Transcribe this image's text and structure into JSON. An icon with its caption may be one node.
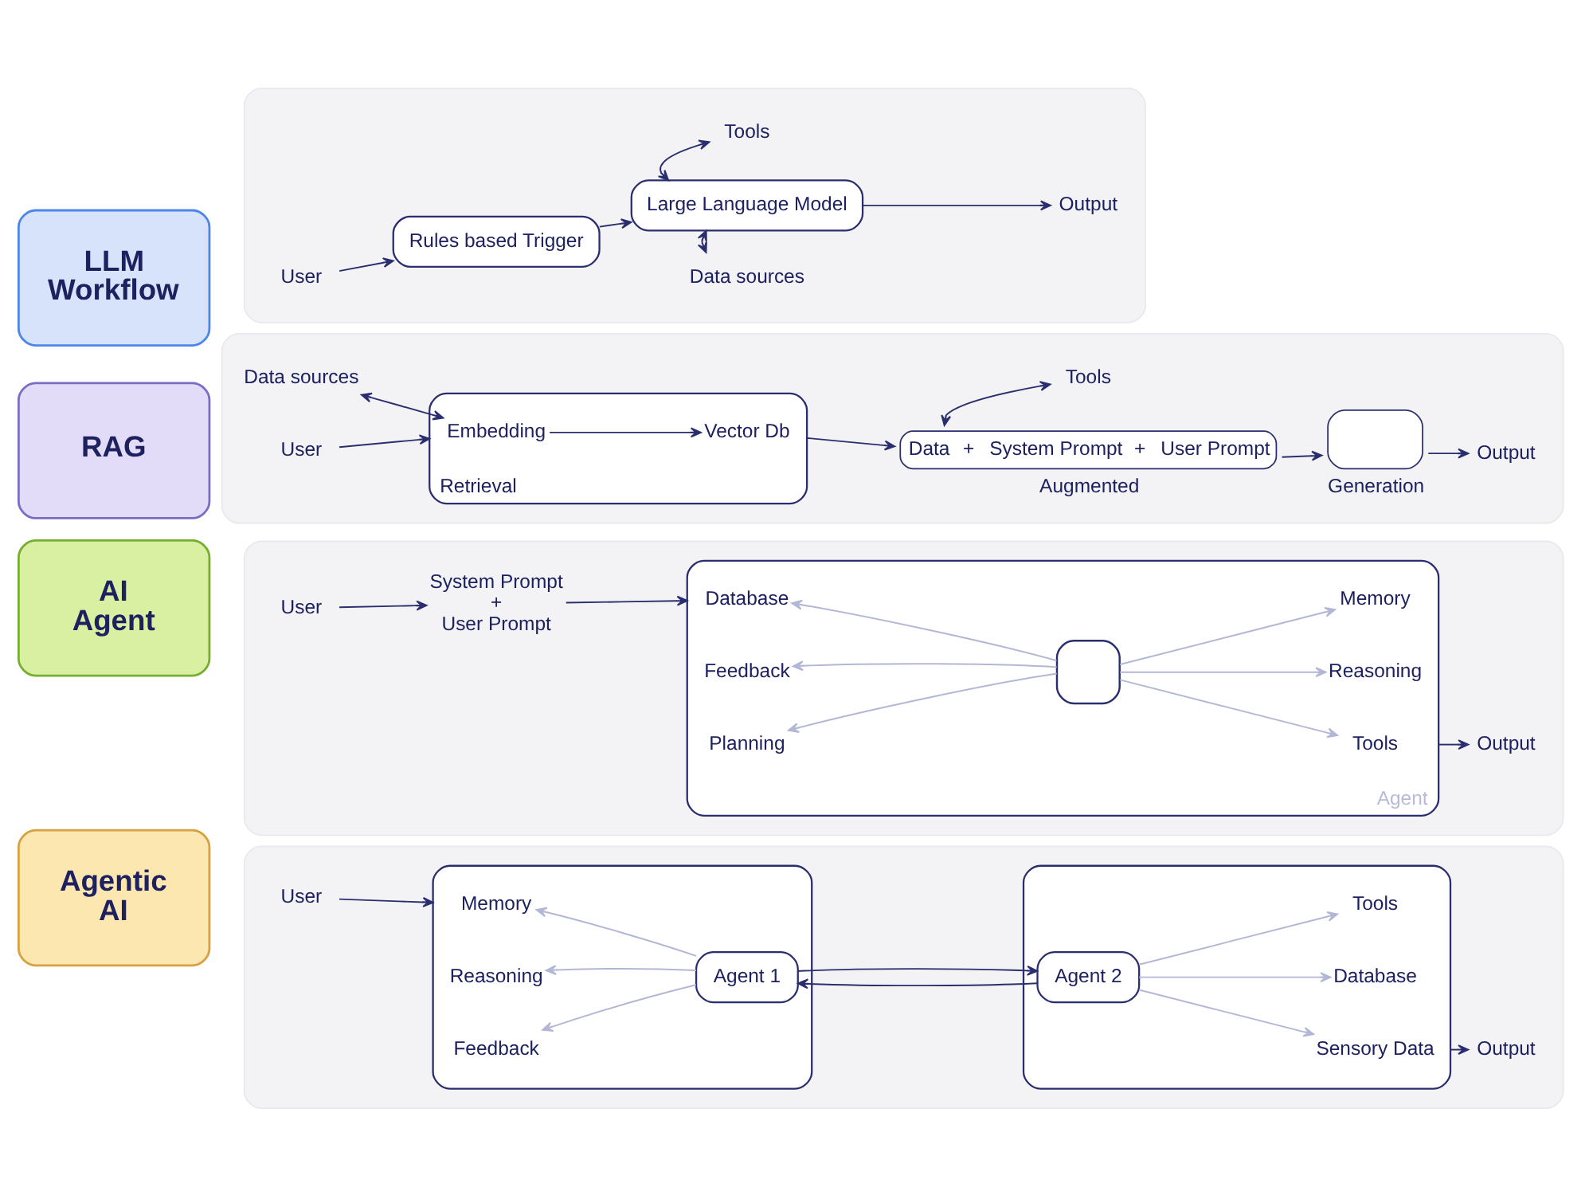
{
  "diagram": {
    "nodes": [
      {
        "text": [
          "LLM Workflow"
        ]
      },
      {
        "text": [],
        "shape": "box"
      },
      {
        "text": [
          "User"
        ],
        "in": 1
      },
      {
        "text": [
          "Rules based Trigger"
        ],
        "in": 1
      },
      {
        "text": [
          "Large Language Model"
        ],
        "in": 1
      },
      {
        "text": [
          "Tools"
        ],
        "in": 1
      },
      {
        "text": [
          "Data sources"
        ],
        "in": 1
      },
      {
        "text": [
          "Output"
        ],
        "in": 1
      },
      {
        "text": [
          "RAG"
        ]
      },
      {
        "text": [],
        "shape": "box"
      },
      {
        "text": [
          "User"
        ],
        "in": 9
      },
      {
        "text": [
          "Retrieval"
        ],
        "in": 9
      },
      {
        "text": [
          "Embedding"
        ],
        "in": 11
      },
      {
        "text": [
          "Vector Db"
        ],
        "in": 11
      },
      {
        "text": [
          "Data sources"
        ],
        "in": 9
      },
      {
        "text": [
          "Data",
          "+",
          "System Prompt",
          "+",
          "User Prompt",
          "Augmented"
        ],
        "in": 9
      },
      {
        "text": [
          "Tools"
        ],
        "in": 9
      },
      {
        "text": [
          "Generation"
        ],
        "in": 9
      },
      {
        "text": [
          "Output"
        ],
        "in": 9
      },
      {
        "text": [
          "AI Agent"
        ]
      },
      {
        "text": [],
        "shape": "box"
      },
      {
        "text": [
          "User"
        ],
        "in": 20
      },
      {
        "text": [
          "System Prompt",
          "+",
          "User Prompt"
        ],
        "in": 20
      },
      {
        "text": [
          "Agent"
        ],
        "in": 20
      },
      {
        "text": [
          "Database"
        ],
        "in": 23
      },
      {
        "text": [
          "Feedback"
        ],
        "in": 23
      },
      {
        "text": [
          "Planning"
        ],
        "in": 23
      },
      {
        "text": [],
        "shape": "box",
        "in": 23
      },
      {
        "text": [
          "Memory"
        ],
        "in": 23
      },
      {
        "text": [
          "Reasoning"
        ],
        "in": 23
      },
      {
        "text": [
          "Tools"
        ],
        "in": 23
      },
      {
        "text": [
          "Output"
        ],
        "in": 20
      },
      {
        "text": [
          "Agentic AI"
        ]
      },
      {
        "text": [],
        "shape": "box"
      },
      {
        "text": [
          "User"
        ],
        "in": 33
      },
      {
        "text": [],
        "shape": "box",
        "in": 33
      },
      {
        "text": [
          "Memory"
        ],
        "in": 35
      },
      {
        "text": [
          "Reasoning"
        ],
        "in": 35
      },
      {
        "text": [
          "Feedback"
        ],
        "in": 35
      },
      {
        "text": [
          "Agent 1"
        ],
        "in": 35
      },
      {
        "text": [],
        "shape": "box",
        "in": 33
      },
      {
        "text": [
          "Agent 2"
        ],
        "in": 40
      },
      {
        "text": [
          "Tools"
        ],
        "in": 40
      },
      {
        "text": [
          "Database"
        ],
        "in": 40
      },
      {
        "text": [
          "Sensory Data"
        ],
        "in": 40
      },
      {
        "text": [
          "Output"
        ],
        "in": 33
      }
    ],
    "edges": [
      {
        "from": 2,
        "to": 3,
        "arrow": "to"
      },
      {
        "from": 3,
        "to": 4,
        "arrow": "to"
      },
      {
        "from": 4,
        "to": 5,
        "arrow": "both"
      },
      {
        "from": 4,
        "to": 7,
        "arrow": "to"
      },
      {
        "from": 4,
        "to": 6,
        "arrow": "both"
      },
      {
        "from": 10,
        "to": 11,
        "arrow": "to"
      },
      {
        "from": 14,
        "to": 12,
        "arrow": "both"
      },
      {
        "from": 12,
        "to": 13,
        "arrow": "to"
      },
      {
        "from": 11,
        "to": 15,
        "arrow": "to"
      },
      {
        "from": 16,
        "to": 15,
        "arrow": "both"
      },
      {
        "from": 15,
        "to": 17,
        "arrow": "to"
      },
      {
        "from": 17,
        "to": 18,
        "arrow": "to"
      },
      {
        "from": 21,
        "to": 22,
        "arrow": "to"
      },
      {
        "from": 22,
        "to": 23,
        "arrow": "to"
      },
      {
        "from": 27,
        "to": 24,
        "arrow": "to",
        "color": "#b3b7d6"
      },
      {
        "from": 27,
        "to": 25,
        "arrow": "to",
        "color": "#b3b7d6"
      },
      {
        "from": 27,
        "to": 26,
        "arrow": "to",
        "color": "#b3b7d6"
      },
      {
        "from": 27,
        "to": 28,
        "arrow": "to",
        "color": "#b3b7d6"
      },
      {
        "from": 27,
        "to": 29,
        "arrow": "to",
        "color": "#b3b7d6"
      },
      {
        "from": 27,
        "to": 30,
        "arrow": "to",
        "color": "#b3b7d6"
      },
      {
        "from": 23,
        "to": 31,
        "arrow": "to"
      },
      {
        "from": 34,
        "to": 35,
        "arrow": "to"
      },
      {
        "from": 39,
        "to": 36,
        "arrow": "to",
        "color": "#b3b7d6"
      },
      {
        "from": 39,
        "to": 37,
        "arrow": "to",
        "color": "#b3b7d6"
      },
      {
        "from": 39,
        "to": 38,
        "arrow": "to",
        "color": "#b3b7d6"
      },
      {
        "from": 39,
        "to": 41,
        "arrow": "to"
      },
      {
        "from": 41,
        "to": 39,
        "arrow": "to"
      },
      {
        "from": 41,
        "to": 42,
        "arrow": "to",
        "color": "#b3b7d6"
      },
      {
        "from": 41,
        "to": 43,
        "arrow": "to",
        "color": "#b3b7d6"
      },
      {
        "from": 41,
        "to": 44,
        "arrow": "to",
        "color": "#b3b7d6"
      },
      {
        "from": 40,
        "to": 45,
        "arrow": "to"
      }
    ]
  }
}
